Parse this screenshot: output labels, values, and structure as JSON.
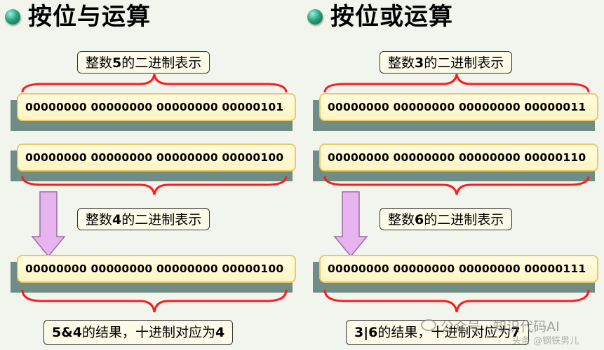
{
  "left": {
    "title": "按位与运算",
    "label_top": "整数5的二进制表示",
    "label_top_pre": "整数",
    "label_top_num": "5",
    "label_top_post": "的二进制表示",
    "label_mid_pre": "整数",
    "label_mid_num": "4",
    "label_mid_post": "的二进制表示",
    "bin1": "00000000 00000000 00000000 00000101",
    "bin2": "00000000 00000000 00000000 00000100",
    "bin3": "00000000 00000000 00000000 00000100",
    "result_pre": "5&4",
    "result_post": "的结果，十进制对应为",
    "result_num": "4"
  },
  "right": {
    "title": "按位或运算",
    "label_top_pre": "整数",
    "label_top_num": "3",
    "label_top_post": "的二进制表示",
    "label_mid_pre": "整数",
    "label_mid_num": "6",
    "label_mid_post": "的二进制表示",
    "bin1": "00000000 00000000 00000000 00000011",
    "bin2": "00000000 00000000 00000000 00000110",
    "bin3": "00000000 00000000 00000000 00000111",
    "result_pre": "3|6",
    "result_post": "的结果，十进制对应为",
    "result_num": "7"
  },
  "watermark": {
    "main": "公众号 · 知识代码AI",
    "sub": "头条 @钢铁男儿"
  },
  "colors": {
    "brace": "#ff1a1a",
    "arrow_fill": "#e8b4f0",
    "arrow_stroke": "#9a6aa8",
    "bin_border": "#f0c860",
    "bin_shadow": "#6f8d84"
  }
}
